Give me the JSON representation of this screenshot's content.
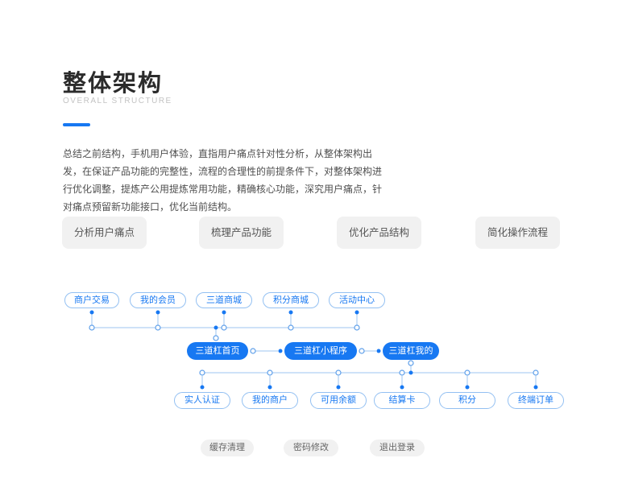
{
  "header": {
    "title": "整体架构",
    "subtitle": "OVERALL STRUCTURE"
  },
  "intro": {
    "text": "总结之前结构，手机用户体验，直指用户痛点针对性分析，从整体架构出发，在保证产品功能的完整性，流程的合理性的前提条件下，对整体架构进行优化调整，提炼产公用提炼常用功能，精确核心功能，深究用户痛点，针对痛点预留新功能接口，优化当前结构。"
  },
  "strategy_boxes": [
    "分析用户痛点",
    "梳理产品功能",
    "优化产品结构",
    "简化操作流程"
  ],
  "diagram": {
    "top_nodes": [
      "商户交易",
      "我的会员",
      "三道商城",
      "积分商城",
      "活动中心"
    ],
    "main_nodes": [
      "三道杠首页",
      "三道杠小程序",
      "三道杠我的"
    ],
    "sub_nodes": [
      "实人认证",
      "我的商户",
      "可用余额",
      "结算卡",
      "积分",
      "终端订单"
    ],
    "settings_nodes": [
      "缓存清理",
      "密码修改",
      "退出登录"
    ]
  },
  "colors": {
    "accent_blue": "#1778F2",
    "line_blue": "#9CC4F2",
    "box_gray": "#F1F1F1"
  }
}
